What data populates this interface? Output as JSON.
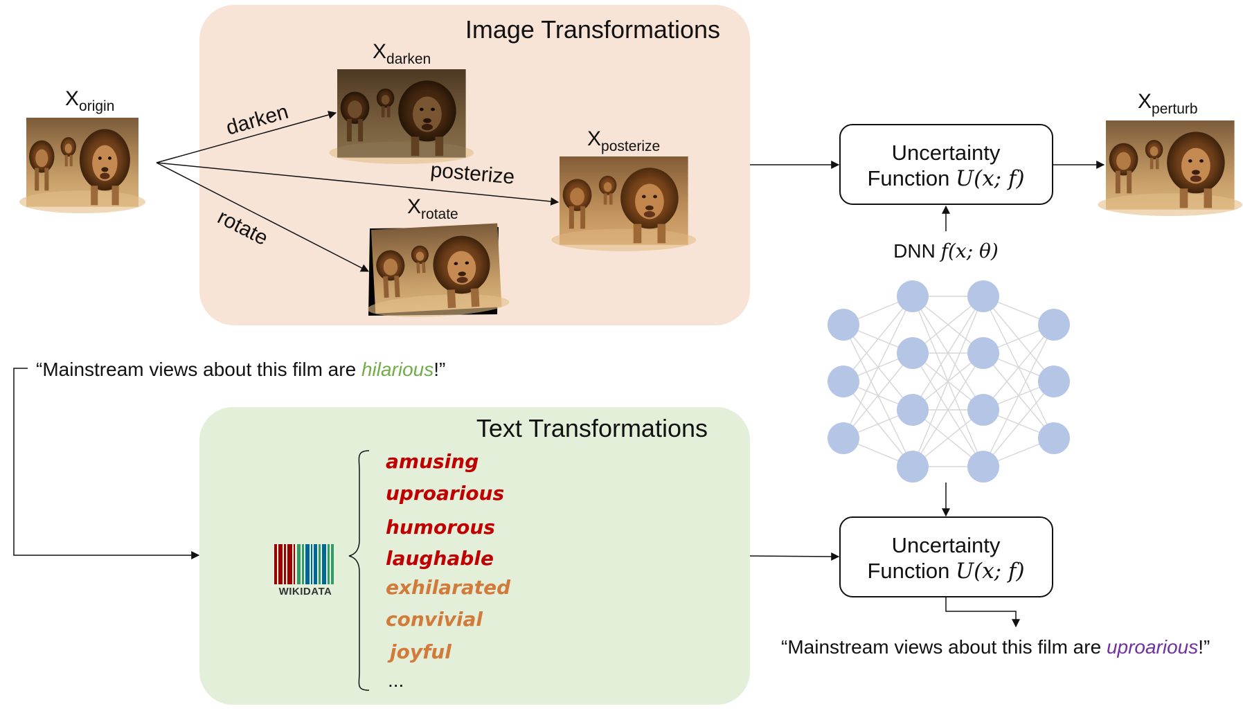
{
  "image_panel": {
    "title": "Image Transformations",
    "fill": "#f8e4d6"
  },
  "text_panel": {
    "title": "Text Transformations",
    "fill": "#e4efda"
  },
  "labels": {
    "x_main": "X",
    "origin": "origin",
    "darken": "darken",
    "posterize": "posterize",
    "rotate": "rotate",
    "perturb": "perturb"
  },
  "edges": {
    "darken": "darken",
    "posterize": "posterize",
    "rotate": "rotate"
  },
  "uncertainty": {
    "line1": "Uncertainty",
    "line2": "Function",
    "formula": "U(x; f)"
  },
  "dnn": {
    "label": "DNN",
    "formula": "f(x; θ)",
    "node_color": "#b4c5e6",
    "edge_color": "#d6d6d6"
  },
  "sentences": {
    "original_prefix": "“Mainstream views about this film are ",
    "original_word": "hilarious",
    "original_suffix": "!”",
    "original_word_color": "#70ad47",
    "perturbed_prefix": "“Mainstream views about this film are ",
    "perturbed_word": "uproarious",
    "perturbed_suffix": "!”",
    "perturbed_word_color": "#7030a0"
  },
  "wikidata": {
    "label": "WIKIDATA",
    "bar_colors": [
      "#990000",
      "#339966",
      "#006699"
    ]
  },
  "synonyms": {
    "items": [
      {
        "word": "amusing",
        "color": "#c00000"
      },
      {
        "word": "uproarious",
        "color": "#c00000"
      },
      {
        "word": "humorous",
        "color": "#c00000"
      },
      {
        "word": "laughable",
        "color": "#c00000"
      },
      {
        "word": "exhilarated",
        "color": "#d27a3a"
      },
      {
        "word": "convivial",
        "color": "#d27a3a"
      },
      {
        "word": "joyful",
        "color": "#d27a3a"
      }
    ],
    "ellipsis": "..."
  }
}
